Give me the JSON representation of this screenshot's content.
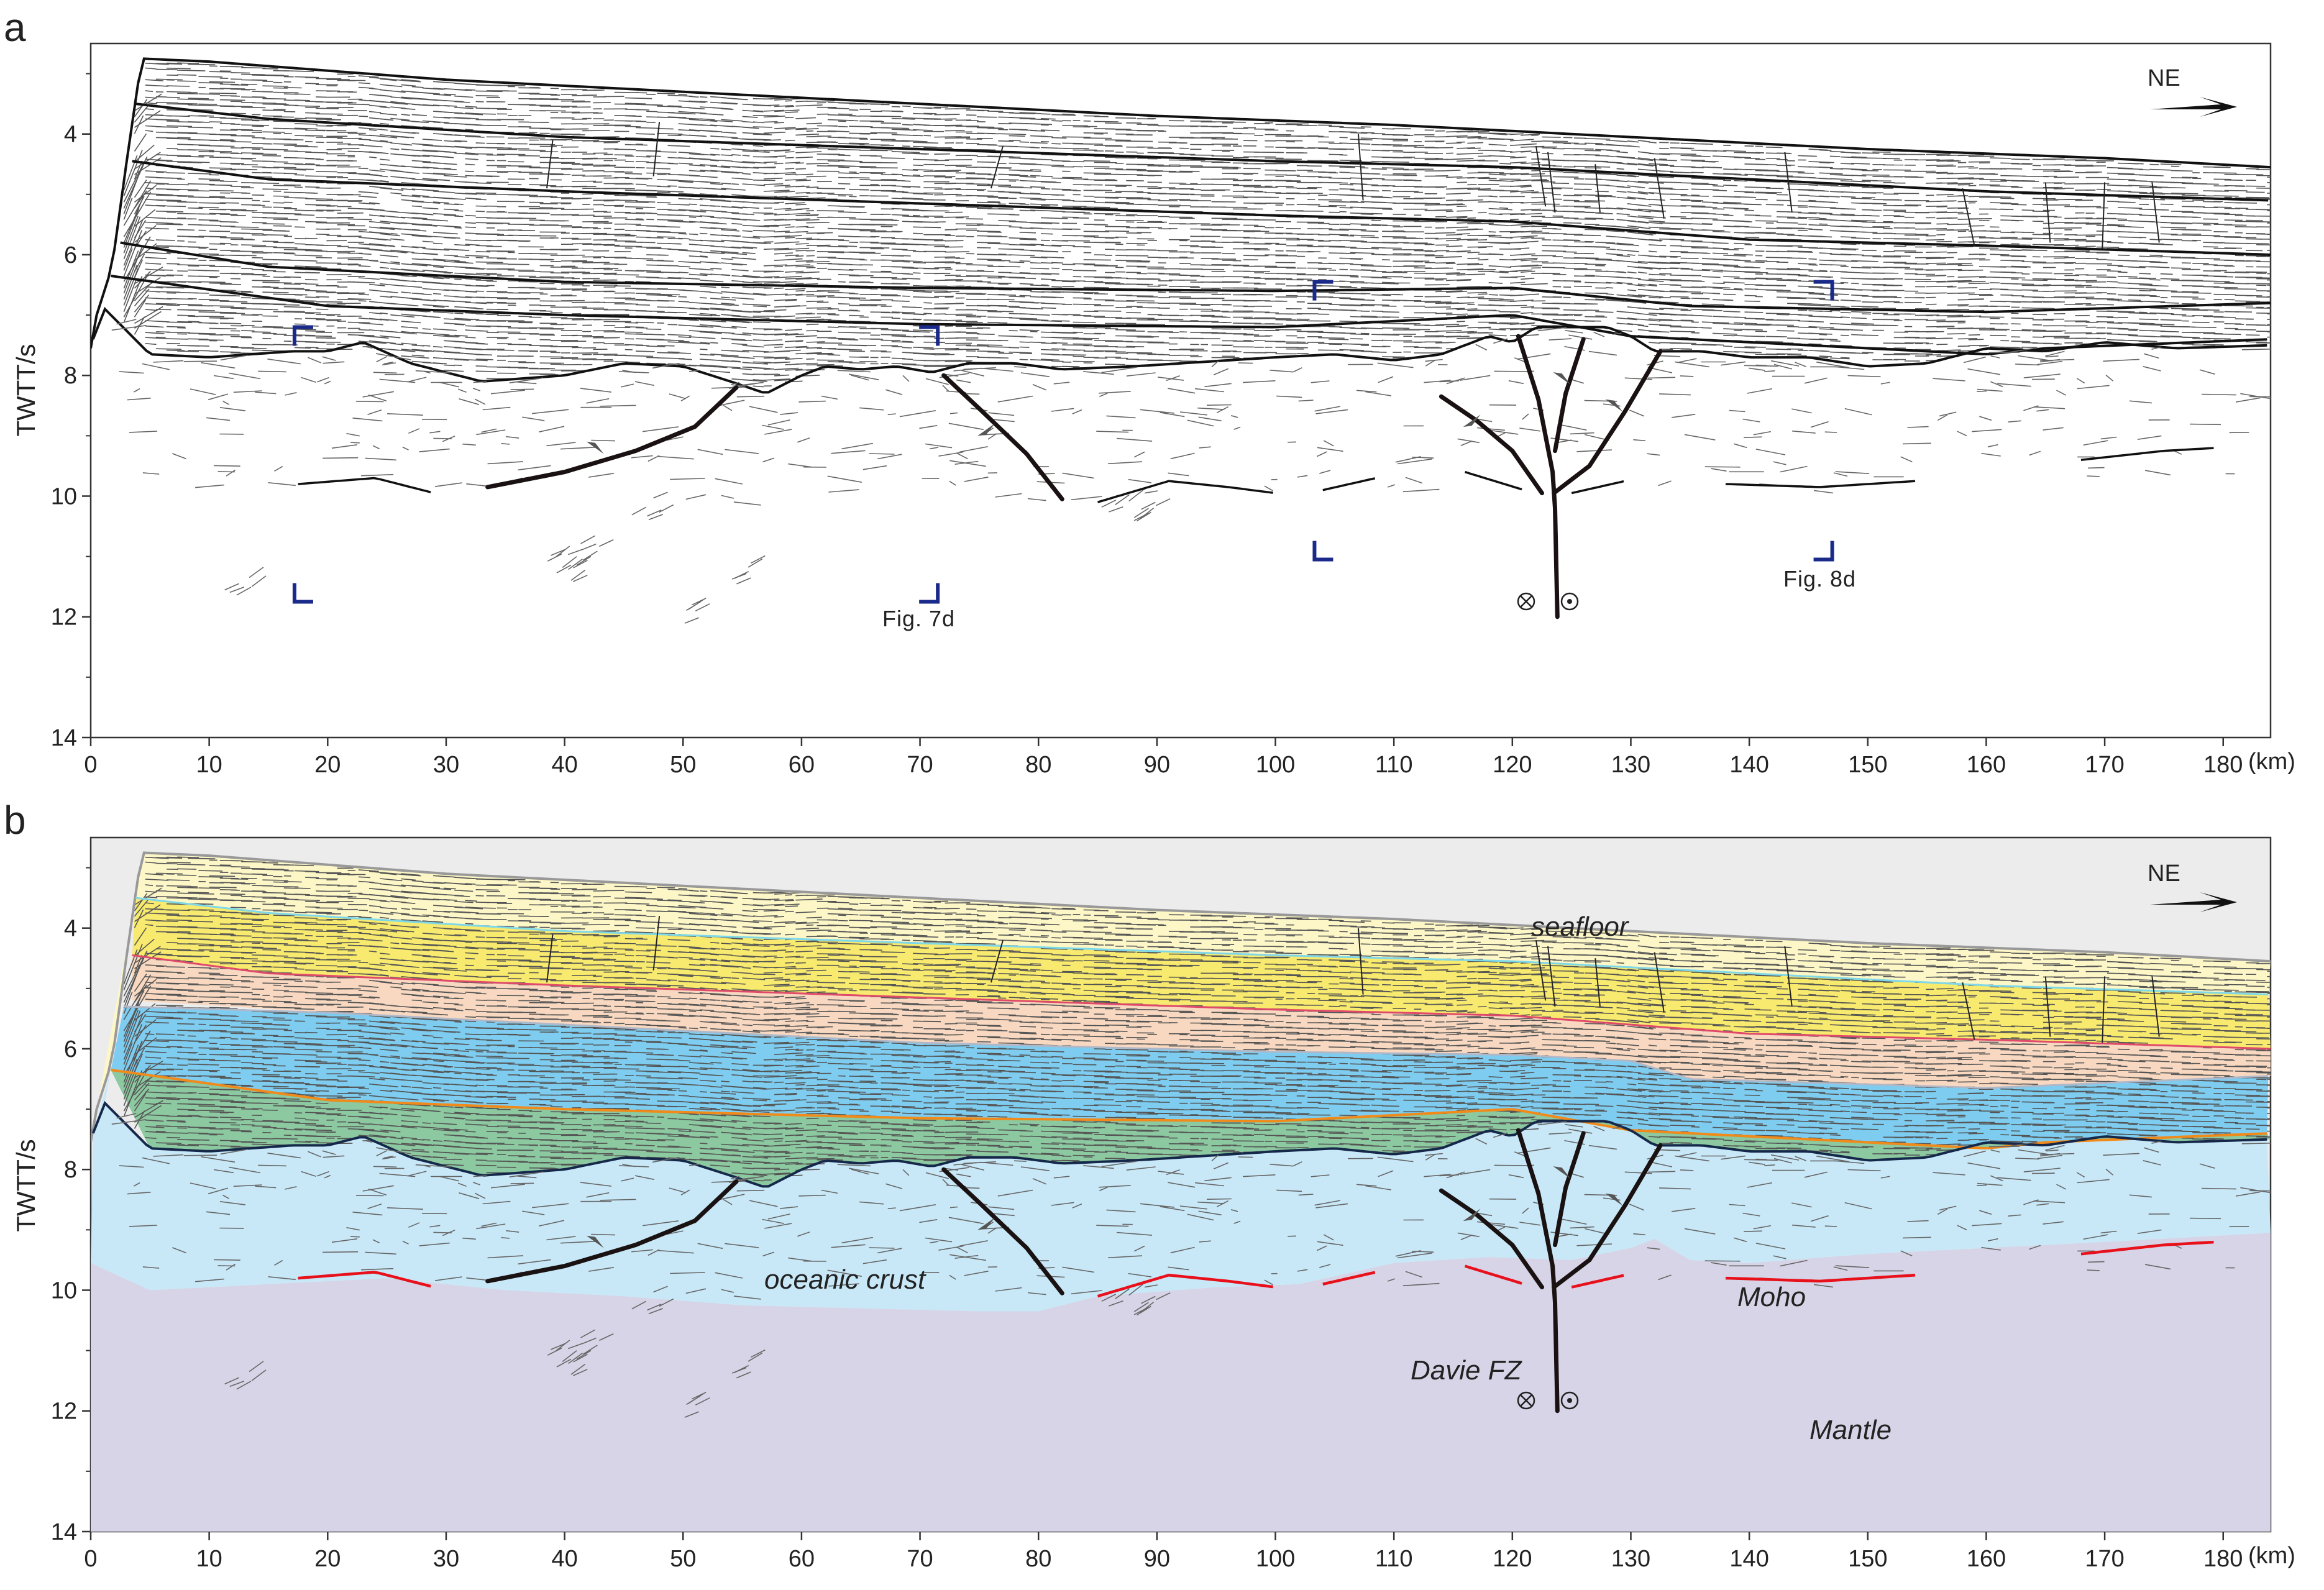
{
  "panels": [
    {
      "letter": "a",
      "y_label": "TWTT/s",
      "direction": "NE",
      "x_unit": "(km)",
      "fig_refs": [
        "Fig. 7d",
        "Fig. 8d"
      ]
    },
    {
      "letter": "b",
      "y_label": "TWTT/s",
      "direction": "NE",
      "x_unit": "(km)",
      "labels": {
        "seafloor": "seafloor",
        "oceanic_crust": "oceanic crust",
        "moho": "Moho",
        "davie_fz": "Davie FZ",
        "mantle": "Mantle"
      }
    }
  ],
  "axes": {
    "x_ticks": [
      0,
      10,
      20,
      30,
      40,
      50,
      60,
      70,
      80,
      90,
      100,
      110,
      120,
      130,
      140,
      150,
      160,
      170,
      180
    ],
    "y_ticks": [
      4,
      6,
      8,
      10,
      12,
      14
    ],
    "x_range_km": [
      0,
      184
    ],
    "y_range_s": [
      2.5,
      14
    ]
  },
  "colors": {
    "water": "#ececec",
    "layer_yellow_light": "#fdf7c8",
    "layer_yellow": "#f8ea6e",
    "layer_peach": "#f8d8c0",
    "layer_blue": "#7ecdf0",
    "layer_green": "#8cc9a0",
    "crust": "#c8e8f8",
    "mantle": "#d6d4e6",
    "moho_line": "#e8101a",
    "bracket": "#1a2a8a",
    "fault": "#1a1212"
  }
}
